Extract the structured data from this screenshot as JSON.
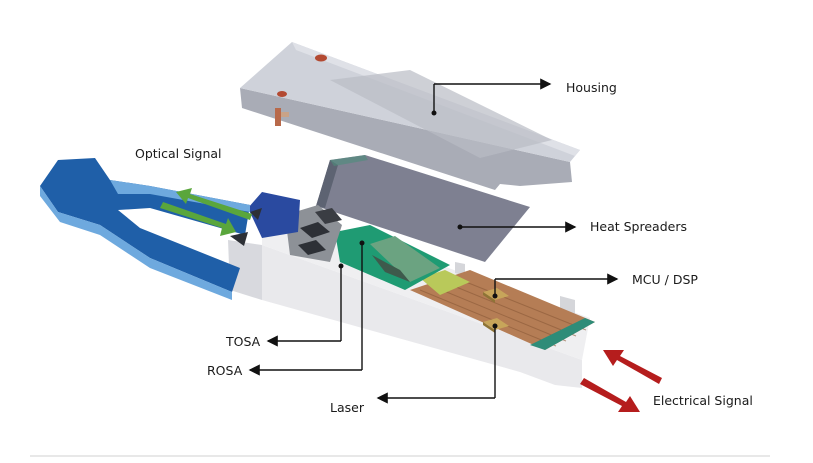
{
  "labels": {
    "housing": "Housing",
    "optical_signal": "Optical Signal",
    "heat_spreaders": "Heat Spreaders",
    "mcu_dsp": "MCU / DSP",
    "tosa": "TOSA",
    "rosa": "ROSA",
    "laser": "Laser",
    "electrical_signal": "Electrical Signal"
  },
  "colors": {
    "housing_top": "#cfd2d9",
    "housing_side": "#aeb1ba",
    "heat_spreader": "#7d7f8f",
    "pull_tab": "#1f5fa8",
    "pull_tab_light": "#6ea9de",
    "optical_arrow": "#5aa63c",
    "pcb_green": "#1f9b73",
    "pcb_copper": "#b07a52",
    "electrical_arrow": "#b51d1d"
  }
}
